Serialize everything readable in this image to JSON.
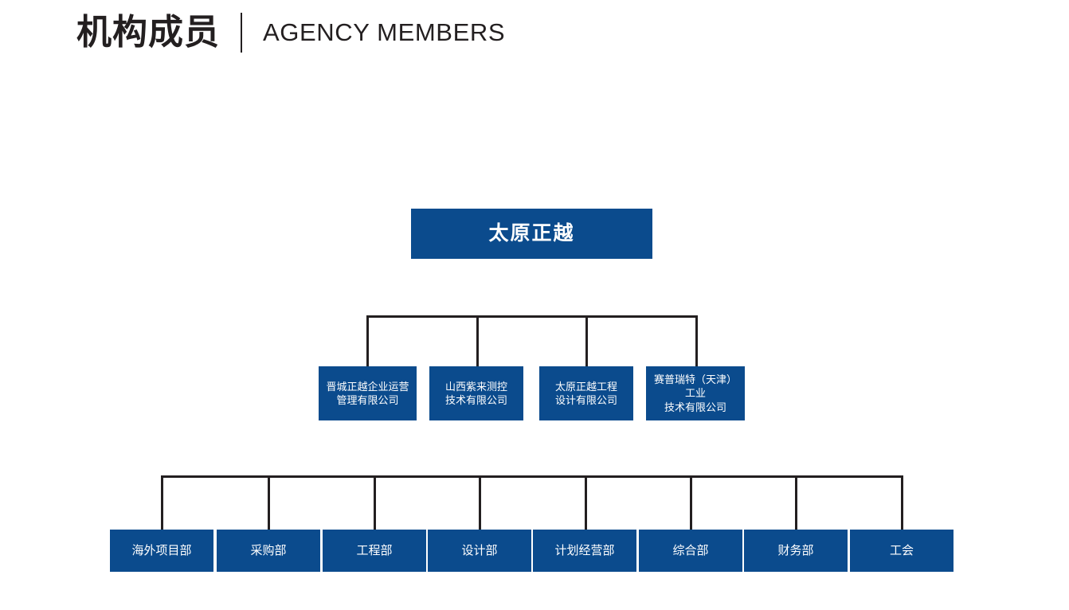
{
  "header": {
    "title_cn": "机构成员",
    "title_en": "AGENCY MEMBERS",
    "divider": "|"
  },
  "theme": {
    "node_fill": "#0b4b8d",
    "node_text": "#ffffff",
    "line_color": "#231f20",
    "background": "#ffffff",
    "title_color": "#231f20"
  },
  "chart_data": {
    "type": "diagram",
    "subtype": "organization-chart",
    "title": "机构成员 AGENCY MEMBERS",
    "orientation": "top-down",
    "levels": 3,
    "root": {
      "label": "太原正越",
      "level": 1
    },
    "level2": [
      {
        "label": "晋城正越企业运营管理有限公司",
        "line1": "晋城正越企业运营",
        "line2": "管理有限公司"
      },
      {
        "label": "山西紫来测控技术有限公司",
        "line1": "山西紫来测控",
        "line2": "技术有限公司"
      },
      {
        "label": "太原正越工程设计有限公司",
        "line1": "太原正越工程",
        "line2": "设计有限公司"
      },
      {
        "label": "赛普瑞特（天津）工业技术有限公司",
        "line1": "赛普瑞特（天津）工业",
        "line2": "技术有限公司"
      }
    ],
    "level3": [
      {
        "label": "海外项目部"
      },
      {
        "label": "采购部"
      },
      {
        "label": "工程部"
      },
      {
        "label": "设计部"
      },
      {
        "label": "计划经营部"
      },
      {
        "label": "综合部"
      },
      {
        "label": "财务部"
      },
      {
        "label": "工会"
      }
    ]
  }
}
